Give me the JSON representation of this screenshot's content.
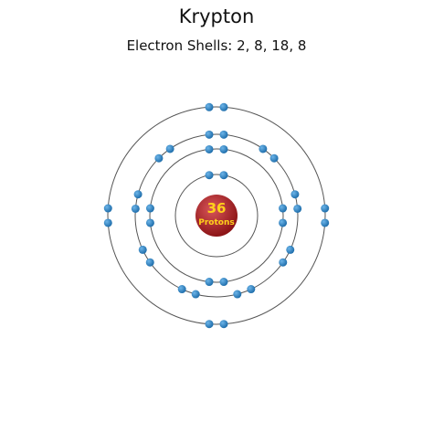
{
  "element": {
    "name": "Krypton",
    "shells_text": "Electron Shells: 2, 8, 18, 8"
  },
  "nucleus": {
    "protons": "36",
    "label": "Protons"
  },
  "shells": [
    2,
    8,
    18,
    8
  ],
  "colors": {
    "nucleus_light": "#d8555a",
    "nucleus_dark": "#8c1416",
    "electron_light": "#6cb4e8",
    "electron_dark": "#1a6aa8",
    "orbit": "#555555",
    "proton_number": "#ffd21a",
    "proton_label": "#ffd21a"
  }
}
